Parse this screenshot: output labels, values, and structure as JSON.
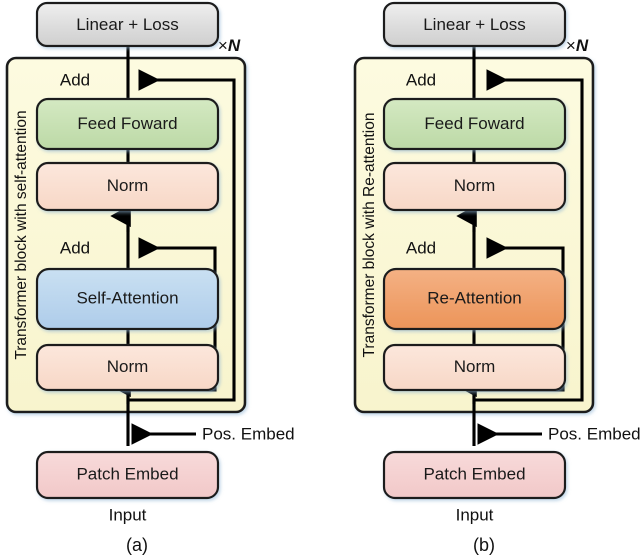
{
  "figure": {
    "caption_a": "(a)",
    "caption_b": "(b)",
    "repeat_label_prefix": "×",
    "repeat_label_symbol": "N"
  },
  "colors": {
    "panel_fill": "#fbf8d8",
    "linear_loss_fill": "#d9d9d9",
    "feed_forward_fill": "#c8e0b4",
    "norm_fill": "#fadfd2",
    "self_attention_fill": "#bcd6ee",
    "re_attention_fill": "#f0a570",
    "patch_embed_fill": "#f5d2d2",
    "stroke": "#1a1a1a",
    "background": "#ffffff"
  },
  "panels": [
    {
      "id": "a",
      "caption": "(a)",
      "block_label": "Transformer block with self-attention",
      "repeat_label": "×N",
      "top_box": "Linear + Loss",
      "add_upper": "Add",
      "feed_forward": "Feed Foward",
      "norm_upper": "Norm",
      "add_lower": "Add",
      "attention": "Self-Attention",
      "norm_lower": "Norm",
      "pos_embed": "Pos. Embed",
      "patch_embed": "Patch Embed",
      "input": "Input"
    },
    {
      "id": "b",
      "caption": "(b)",
      "block_label": "Transformer block with Re-attention",
      "repeat_label": "×N",
      "top_box": "Linear + Loss",
      "add_upper": "Add",
      "feed_forward": "Feed Foward",
      "norm_upper": "Norm",
      "add_lower": "Add",
      "attention": "Re-Attention",
      "norm_lower": "Norm",
      "pos_embed": "Pos. Embed",
      "patch_embed": "Patch Embed",
      "input": "Input"
    }
  ]
}
